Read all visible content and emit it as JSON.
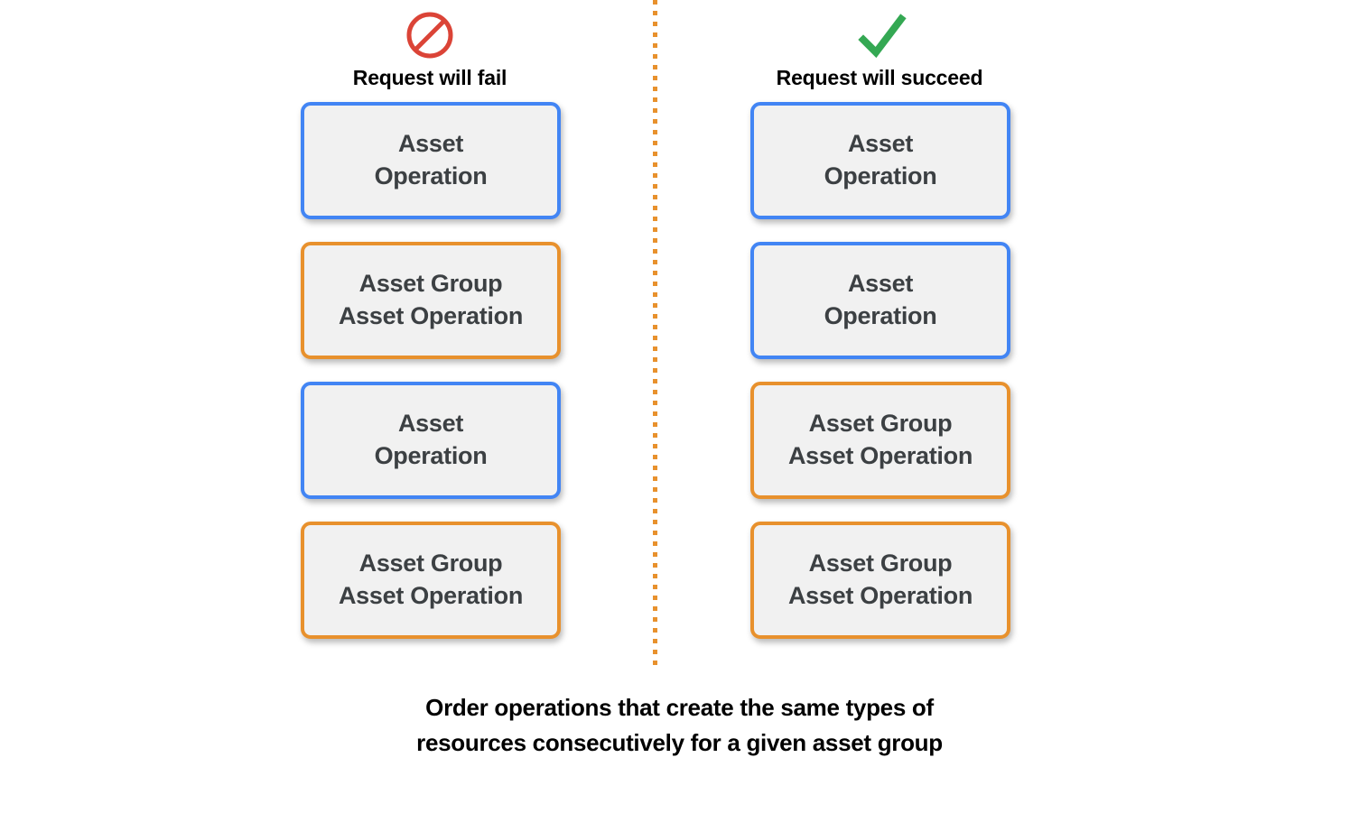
{
  "colors": {
    "blue_border": "#4285F4",
    "orange_border": "#E8912D",
    "card_fill": "#f1f1f1",
    "card_text": "#3C4043",
    "fail_icon": "#DB4437",
    "succeed_icon": "#34A853",
    "divider": "#E8912D",
    "background": "#FFFFFF"
  },
  "columns": [
    {
      "id": "fail",
      "icon": "prohibition-icon",
      "title": "Request will fail",
      "cards": [
        {
          "type": "blue",
          "lines": [
            "Asset",
            "Operation"
          ]
        },
        {
          "type": "orange",
          "lines": [
            "Asset Group",
            "Asset Operation"
          ]
        },
        {
          "type": "blue",
          "lines": [
            "Asset",
            "Operation"
          ]
        },
        {
          "type": "orange",
          "lines": [
            "Asset Group",
            "Asset Operation"
          ]
        }
      ]
    },
    {
      "id": "succeed",
      "icon": "checkmark-icon",
      "title": "Request will succeed",
      "cards": [
        {
          "type": "blue",
          "lines": [
            "Asset",
            "Operation"
          ]
        },
        {
          "type": "blue",
          "lines": [
            "Asset",
            "Operation"
          ]
        },
        {
          "type": "orange",
          "lines": [
            "Asset Group",
            "Asset Operation"
          ]
        },
        {
          "type": "orange",
          "lines": [
            "Asset Group",
            "Asset Operation"
          ]
        }
      ]
    }
  ],
  "caption": {
    "lines": [
      "Order operations that create the same types of",
      "resources consecutively for a given asset group"
    ]
  }
}
